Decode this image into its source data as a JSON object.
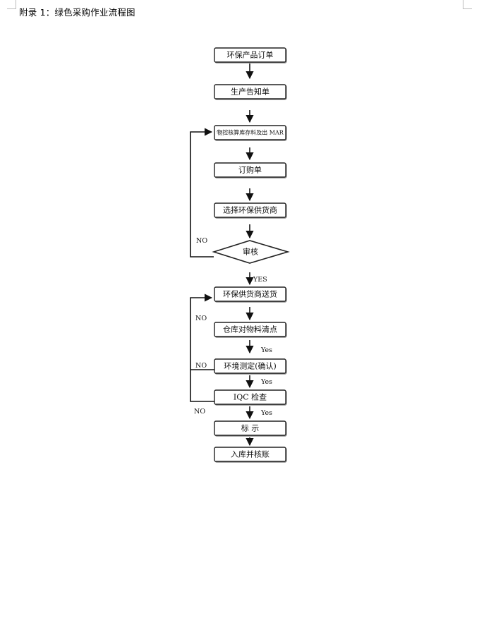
{
  "heading": "附录 1：绿色采购作业流程图",
  "nodes": [
    {
      "id": "n1",
      "label": "环保产品订单"
    },
    {
      "id": "n2",
      "label": "生产告知单"
    },
    {
      "id": "n3",
      "label": "物控核算库存料及出 MAR"
    },
    {
      "id": "n4",
      "label": "订购单"
    },
    {
      "id": "n5",
      "label": "选择环保供货商"
    },
    {
      "id": "n6",
      "label": "审核"
    },
    {
      "id": "n7",
      "label": "环保供货商送货"
    },
    {
      "id": "n8",
      "label": "仓库对物料清点"
    },
    {
      "id": "n9",
      "label": "环境测定(确认)"
    },
    {
      "id": "n10",
      "label": "IQC 检查"
    },
    {
      "id": "n11",
      "label": "标  示"
    },
    {
      "id": "n12",
      "label": "入库并核账"
    }
  ],
  "edge_labels": {
    "yes_upper": "YES",
    "yes": "Yes",
    "no_upper": "NO"
  }
}
